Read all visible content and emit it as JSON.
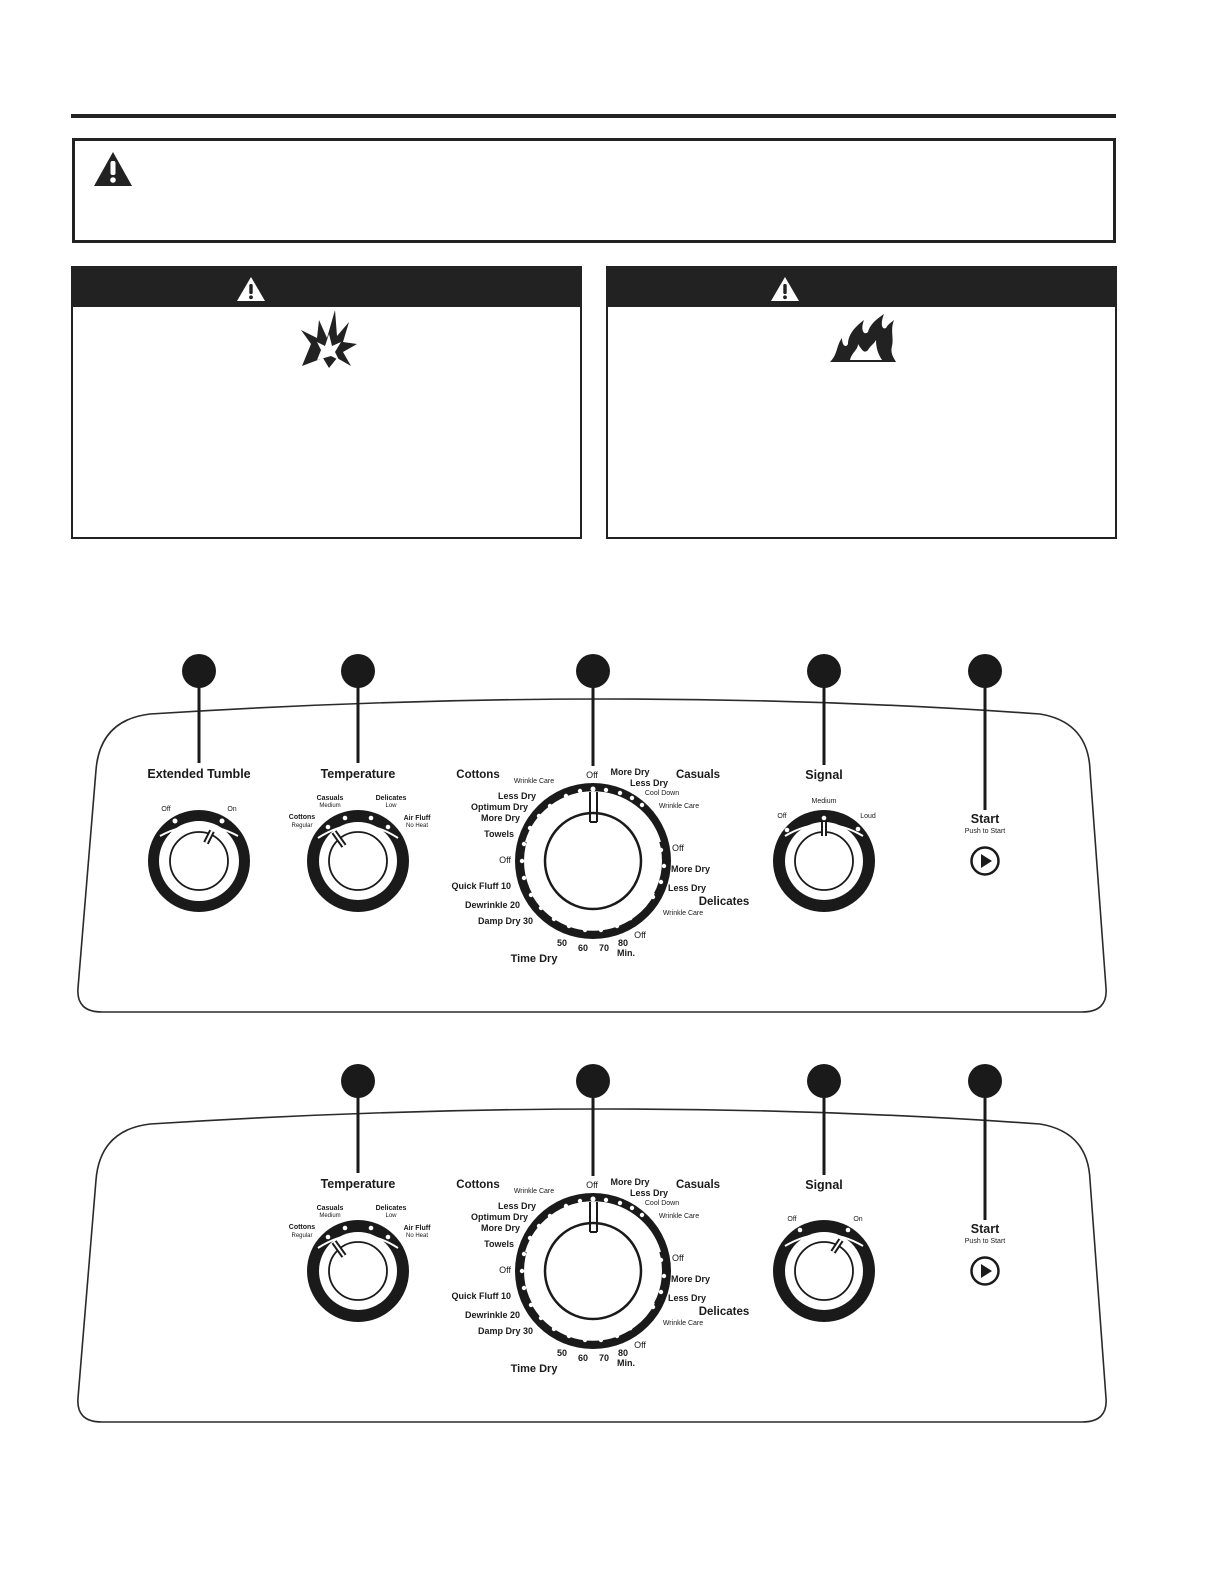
{
  "panel_a": {
    "extended_tumble": {
      "title": "Extended Tumble",
      "off": "Off",
      "on": "On"
    },
    "temperature": {
      "title": "Temperature",
      "casuals": "Casuals",
      "medium": "Medium",
      "delicates": "Delicates",
      "low": "Low",
      "cottons": "Cottons",
      "regular": "Regular",
      "air_fluff": "Air Fluff",
      "no_heat": "No Heat"
    },
    "cycle": {
      "cottons": "Cottons",
      "wrinkle_care": "Wrinkle Care",
      "off_top": "Off",
      "more_dry_top": "More Dry",
      "casuals": "Casuals",
      "less_dry_top": "Less Dry",
      "cool_down": "Cool Down",
      "wrinkle_care_right": "Wrinkle Care",
      "less_dry_left": "Less Dry",
      "optimum_dry": "Optimum Dry",
      "more_dry_left": "More Dry",
      "towels": "Towels",
      "off_left": "Off",
      "quick_fluff": "Quick Fluff 10",
      "dewrinkle": "Dewrinkle 20",
      "damp_dry": "Damp Dry 30",
      "off_right": "Off",
      "more_dry_right": "More Dry",
      "less_dry_right": "Less Dry",
      "delicates": "Delicates",
      "wrinkle_care_del": "Wrinkle Care",
      "off_bottom": "Off",
      "t50": "50",
      "t60": "60",
      "t70": "70",
      "t80": "80",
      "min": "Min.",
      "time_dry": "Time Dry"
    },
    "signal": {
      "title": "Signal",
      "off": "Off",
      "medium": "Medium",
      "loud": "Loud"
    },
    "start": {
      "title": "Start",
      "sub": "Push to Start"
    }
  },
  "panel_b": {
    "temperature": {
      "title": "Temperature",
      "casuals": "Casuals",
      "medium": "Medium",
      "delicates": "Delicates",
      "low": "Low",
      "cottons": "Cottons",
      "regular": "Regular",
      "air_fluff": "Air Fluff",
      "no_heat": "No Heat"
    },
    "cycle": {
      "cottons": "Cottons",
      "wrinkle_care": "Wrinkle Care",
      "off_top": "Off",
      "more_dry_top": "More Dry",
      "casuals": "Casuals",
      "less_dry_top": "Less Dry",
      "cool_down": "Cool Down",
      "wrinkle_care_right": "Wrinkle Care",
      "less_dry_left": "Less Dry",
      "optimum_dry": "Optimum Dry",
      "more_dry_left": "More Dry",
      "towels": "Towels",
      "off_left": "Off",
      "quick_fluff": "Quick Fluff 10",
      "dewrinkle": "Dewrinkle 20",
      "damp_dry": "Damp Dry 30",
      "off_right": "Off",
      "more_dry_right": "More Dry",
      "less_dry_right": "Less Dry",
      "delicates": "Delicates",
      "wrinkle_care_del": "Wrinkle Care",
      "off_bottom": "Off",
      "t50": "50",
      "t60": "60",
      "t70": "70",
      "t80": "80",
      "min": "Min.",
      "time_dry": "Time Dry"
    },
    "signal": {
      "title": "Signal",
      "off": "Off",
      "on": "On"
    },
    "start": {
      "title": "Start",
      "sub": "Push to Start"
    }
  },
  "icons": [
    "warning-triangle-icon",
    "explosion-icon",
    "fire-icon",
    "play-icon"
  ],
  "colors": {
    "ink": "#1a1a1a",
    "panel_stroke": "#2a2a2a"
  }
}
